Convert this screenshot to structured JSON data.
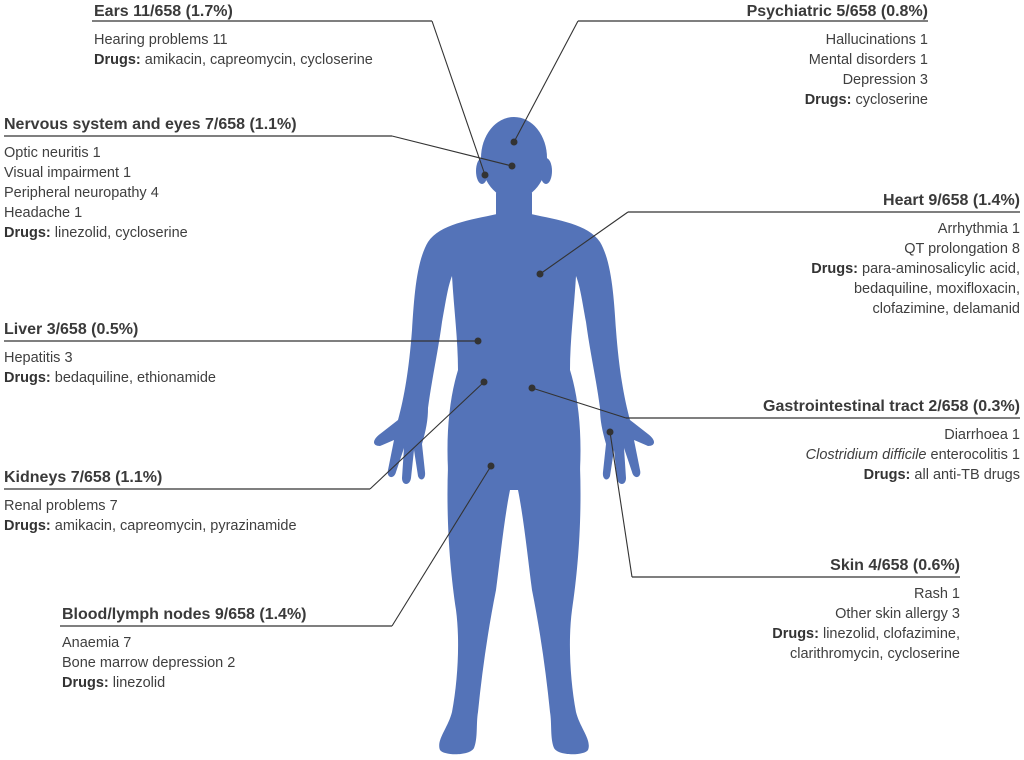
{
  "colors": {
    "figure": "#5473b8",
    "text": "#3f3f3f",
    "lines": "#333333"
  },
  "blocks": {
    "ears": {
      "title": "Ears 11/658 (1.7%)",
      "lines": [
        "Hearing problems 11"
      ],
      "drugs_label": "Drugs:",
      "drugs": "amikacin, capreomycin, cycloserine"
    },
    "psychiatric": {
      "title": "Psychiatric 5/658 (0.8%)",
      "lines": [
        "Hallucinations 1",
        "Mental disorders 1",
        "Depression 3"
      ],
      "drugs_label": "Drugs:",
      "drugs": "cycloserine"
    },
    "nervous": {
      "title": "Nervous system and eyes 7/658 (1.1%)",
      "lines": [
        "Optic neuritis 1",
        "Visual impairment 1",
        "Peripheral neuropathy 4",
        "Headache 1"
      ],
      "drugs_label": "Drugs:",
      "drugs": "linezolid, cycloserine"
    },
    "heart": {
      "title": "Heart 9/658 (1.4%)",
      "lines": [
        "Arrhythmia 1",
        "QT prolongation 8"
      ],
      "drugs_label": "Drugs:",
      "drugs": "para-aminosalicylic acid,",
      "drugs_cont": [
        "bedaquiline, moxifloxacin,",
        "clofazimine, delamanid"
      ]
    },
    "liver": {
      "title": "Liver 3/658 (0.5%)",
      "lines": [
        "Hepatitis 3"
      ],
      "drugs_label": "Drugs:",
      "drugs": "bedaquiline, ethionamide"
    },
    "gi": {
      "title": "Gastrointestinal tract 2/658 (0.3%)",
      "lines": [
        "Diarrhoea 1"
      ],
      "italic_part": "Clostridium difficile",
      "italic_rest": " enterocolitis 1",
      "drugs_label": "Drugs:",
      "drugs": "all anti-TB drugs"
    },
    "kidneys": {
      "title": "Kidneys 7/658 (1.1%)",
      "lines": [
        "Renal problems 7"
      ],
      "drugs_label": "Drugs:",
      "drugs": "amikacin, capreomycin, pyrazinamide"
    },
    "skin": {
      "title": "Skin 4/658 (0.6%)",
      "lines": [
        "Rash 1",
        "Other skin allergy 3"
      ],
      "drugs_label": "Drugs:",
      "drugs": "linezolid, clofazimine,",
      "drugs_cont": [
        "clarithromycin, cycloserine"
      ]
    },
    "blood": {
      "title": "Blood/lymph nodes 9/658 (1.4%)",
      "lines": [
        "Anaemia 7",
        "Bone marrow depression 2"
      ],
      "drugs_label": "Drugs:",
      "drugs": "linezolid"
    }
  }
}
